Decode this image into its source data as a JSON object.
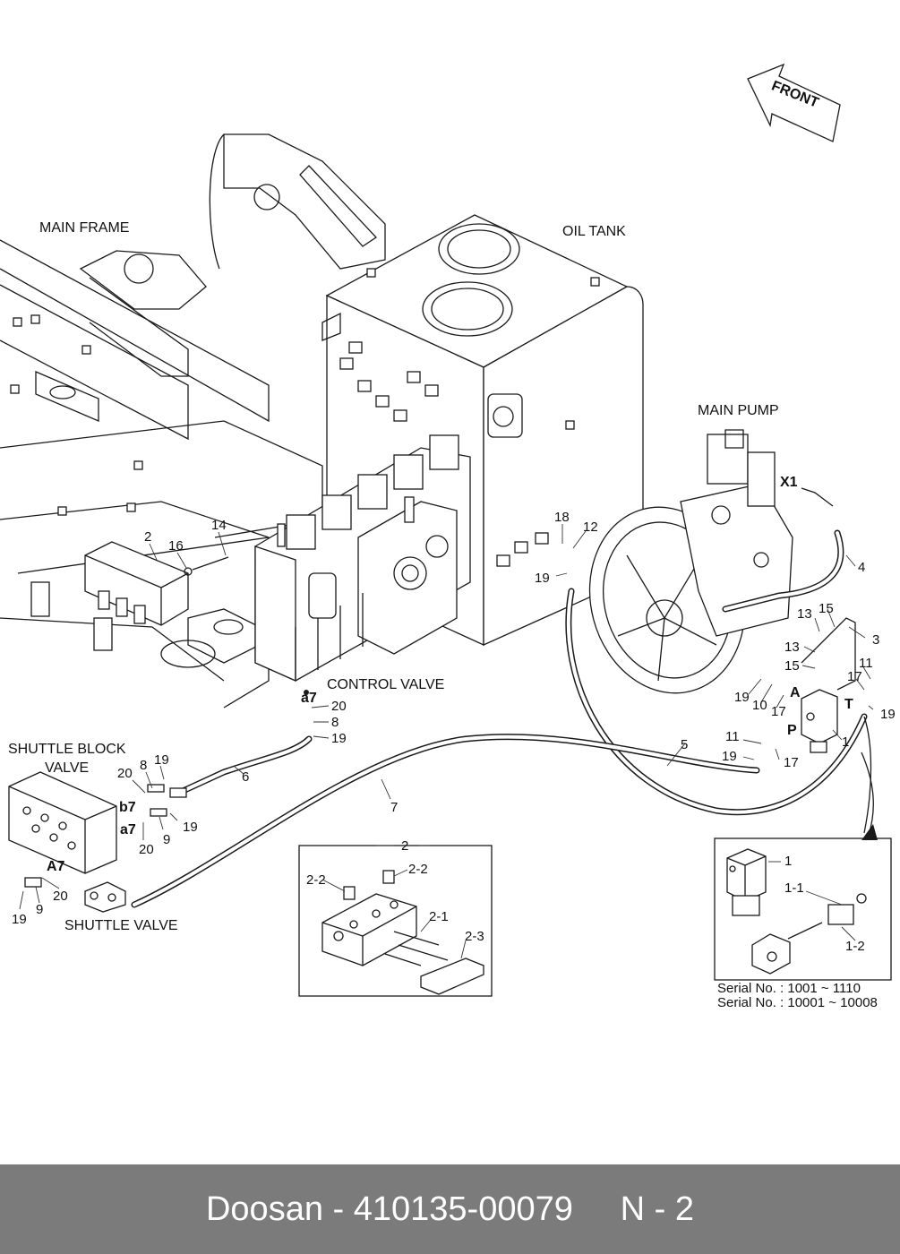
{
  "diagram": {
    "labels": {
      "main_frame": "MAIN FRAME",
      "oil_tank": "OIL TANK",
      "main_pump": "MAIN PUMP",
      "control_valve": "CONTROL VALVE",
      "shuttle_block_line1": "SHUTTLE BLOCK",
      "shuttle_block_line2": "VALVE",
      "shuttle_valve": "SHUTTLE VALVE",
      "front": "FRONT"
    },
    "ports": {
      "x1": "X1",
      "a": "A",
      "t": "T",
      "p": "P",
      "a7_cv": "a7",
      "b7": "b7",
      "a7_sb": "a7",
      "A7": "A7"
    },
    "callouts": {
      "n14": "14",
      "n2": "2",
      "n16": "16",
      "n18": "18",
      "n12": "12",
      "n19_pump": "19",
      "n4": "4",
      "n3": "3",
      "n13a": "13",
      "n15a": "15",
      "n13b": "13",
      "n15b": "15",
      "n19_a": "19",
      "n10": "10",
      "n17_a": "17",
      "n17_t": "17",
      "n11_t": "11",
      "n19_t": "19",
      "n1": "1",
      "n11_p": "11",
      "n19_p": "19",
      "n17_p": "17",
      "n5": "5",
      "n20_cv": "20",
      "n8_cv": "8",
      "n19_cv": "19",
      "n6": "6",
      "n7": "7",
      "n8_sb": "8",
      "n19_sb": "19",
      "n20_sb": "20",
      "n9_sb": "9",
      "n19_sb2": "19",
      "n20_sb2": "20",
      "n20_sv": "20",
      "n19_sv": "19",
      "n9_sv": "9"
    },
    "inset_2": {
      "title": "2",
      "labels": {
        "l22a": "2-2",
        "l22b": "2-2",
        "l21": "2-1",
        "l23": "2-3"
      }
    },
    "inset_1": {
      "labels": {
        "l1": "1",
        "l11": "1-1",
        "l12": "1-2"
      },
      "serial_line1": "Serial No. : 1001 ~ 1110",
      "serial_line2": "Serial No. : 10001 ~ 10008"
    }
  },
  "footer": {
    "text": "Doosan - 410135-00079     N - 2",
    "background": "#7b7b7b"
  }
}
